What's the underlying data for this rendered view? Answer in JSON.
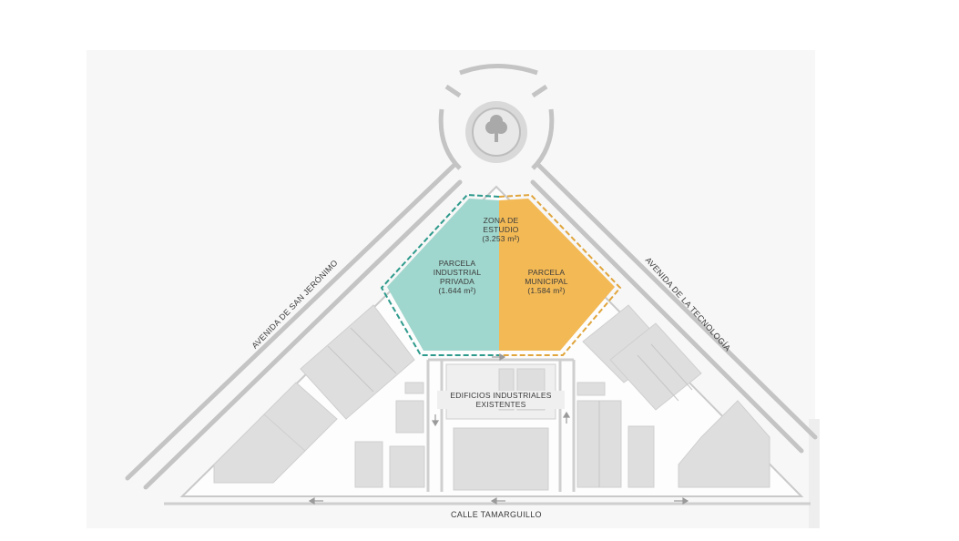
{
  "map": {
    "zone_title": "ZONA DE ESTUDIO",
    "zone_line1": "ZONA DE",
    "zone_line2": "ESTUDIO",
    "zone_area": "(3.253 m²)",
    "private_parcel": {
      "line1": "PARCELA",
      "line2": "INDUSTRIAL",
      "line3": "PRIVADA",
      "area": "(1.644 m²)",
      "color": "#9fd6cd"
    },
    "municipal_parcel": {
      "line1": "PARCELA",
      "line2": "MUNICIPAL",
      "area": "(1.584 m²)",
      "color": "#f3b955"
    },
    "existing_buildings": {
      "line1": "EDIFICIOS INDUSTRIALES",
      "line2": "EXISTENTES"
    },
    "streets": {
      "left_avenue": "AVENIDA DE SAN JERÓNIMO",
      "right_avenue": "AVENIDA DE LA TECNOLOGÍA",
      "bottom_street": "CALLE TAMARGUILLO"
    },
    "icons": {
      "roundabout": "tree-icon",
      "arrows": "circulation-arrow-icon"
    },
    "colors": {
      "road": "#c9c9c9",
      "block": "#dedede",
      "private_border": "#2e9a8c",
      "municipal_border": "#e0a53c"
    }
  }
}
